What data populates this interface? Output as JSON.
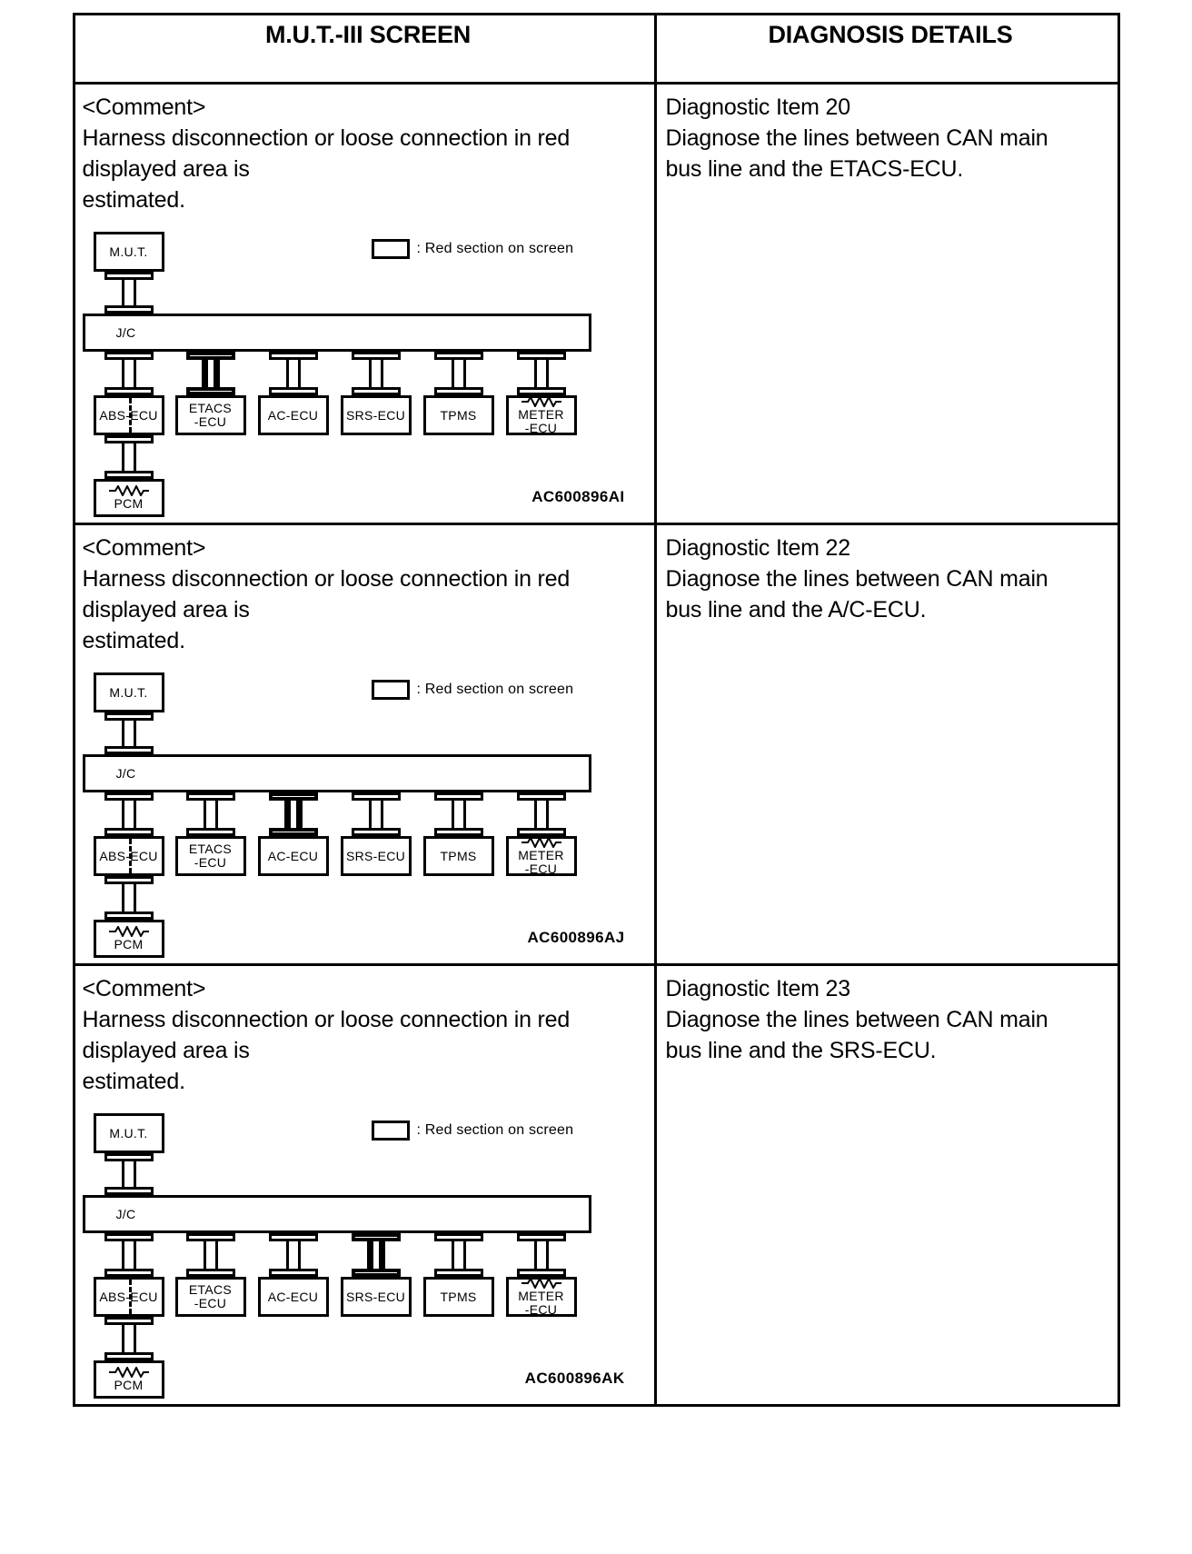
{
  "table": {
    "headers": {
      "left": "M.U.T.-III SCREEN",
      "right": "DIAGNOSIS DETAILS"
    }
  },
  "comment": {
    "title": "<Comment>",
    "line1": "Harness disconnection or loose connection in red",
    "line2": "displayed area is",
    "line3": "estimated."
  },
  "legend": {
    "text": ": Red section on screen"
  },
  "nodes": {
    "mut": "M.U.T.",
    "jc": "J/C",
    "abs": "ABS-ECU",
    "etacs_l1": "ETACS",
    "etacs_l2": "-ECU",
    "ac": "AC-ECU",
    "srs": "SRS-ECU",
    "tpms": "TPMS",
    "meter_l1": "METER",
    "meter_l2": "-ECU",
    "pcm": "PCM"
  },
  "rows": [
    {
      "diagram_id": "AC600896AI",
      "highlight": "etacs",
      "details": {
        "line1": "Diagnostic Item 20",
        "line2": "Diagnose the lines between CAN main",
        "line3": "bus line and the ETACS-ECU."
      }
    },
    {
      "diagram_id": "AC600896AJ",
      "highlight": "ac",
      "details": {
        "line1": "Diagnostic Item 22",
        "line2": "Diagnose the lines between CAN main",
        "line3": "bus line and the A/C-ECU."
      }
    },
    {
      "diagram_id": "AC600896AK",
      "highlight": "srs",
      "details": {
        "line1": "Diagnostic Item 23",
        "line2": "Diagnose the lines between CAN main",
        "line3": "bus line and the SRS-ECU."
      }
    }
  ]
}
